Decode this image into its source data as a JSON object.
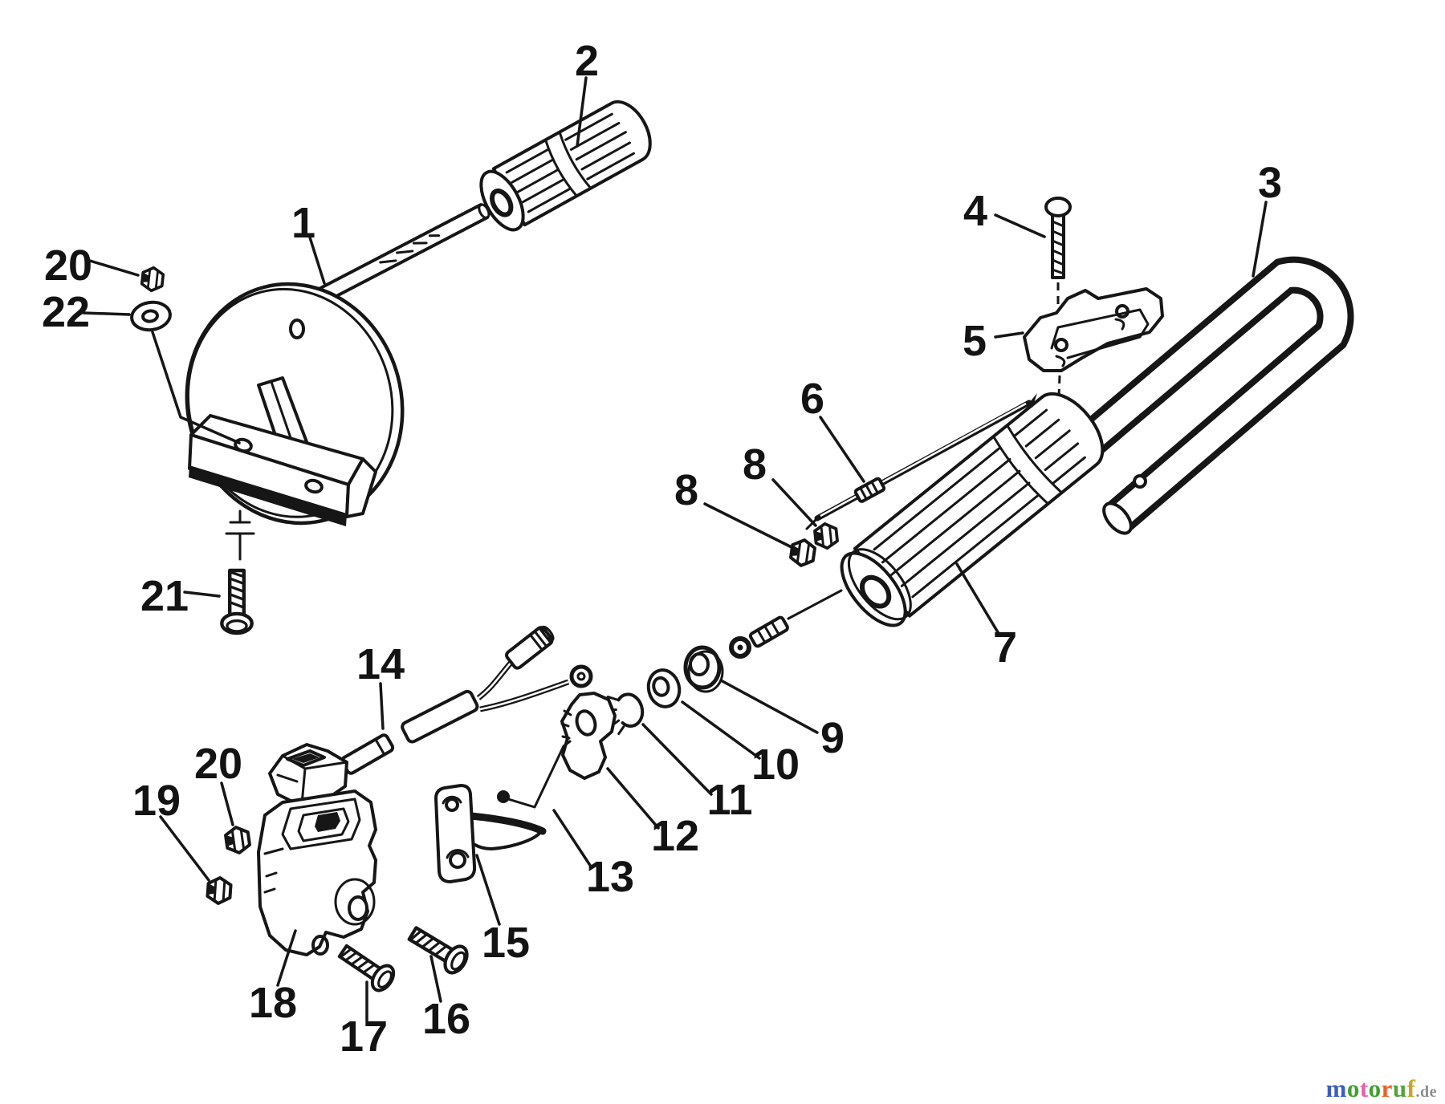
{
  "colors": {
    "ink": "#161616",
    "paper": "#ffffff"
  },
  "callouts": [
    {
      "label": "1"
    },
    {
      "label": "2"
    },
    {
      "label": "3"
    },
    {
      "label": "4"
    },
    {
      "label": "5"
    },
    {
      "label": "6"
    },
    {
      "label": "7"
    },
    {
      "label": "8"
    },
    {
      "label": "8"
    },
    {
      "label": "9"
    },
    {
      "label": "10"
    },
    {
      "label": "11"
    },
    {
      "label": "12"
    },
    {
      "label": "13"
    },
    {
      "label": "14"
    },
    {
      "label": "15"
    },
    {
      "label": "16"
    },
    {
      "label": "17"
    },
    {
      "label": "18"
    },
    {
      "label": "19"
    },
    {
      "label": "20"
    },
    {
      "label": "20"
    },
    {
      "label": "21"
    },
    {
      "label": "22"
    }
  ],
  "watermark": {
    "letters": [
      {
        "ch": "m",
        "style": "color:#3c5cc4"
      },
      {
        "ch": "o",
        "style": "color:#3fa02f"
      },
      {
        "ch": "t",
        "style": "color:#e95fae"
      },
      {
        "ch": "o",
        "style": "color:#3fa02f"
      },
      {
        "ch": "r",
        "style": "color:#ef5e23"
      },
      {
        "ch": "u",
        "style": "color:#52a43c"
      },
      {
        "ch": "f",
        "style": "color:#caa52a"
      }
    ],
    "suffix": ".de",
    "suffix_style": "color:#8d8d8d"
  }
}
